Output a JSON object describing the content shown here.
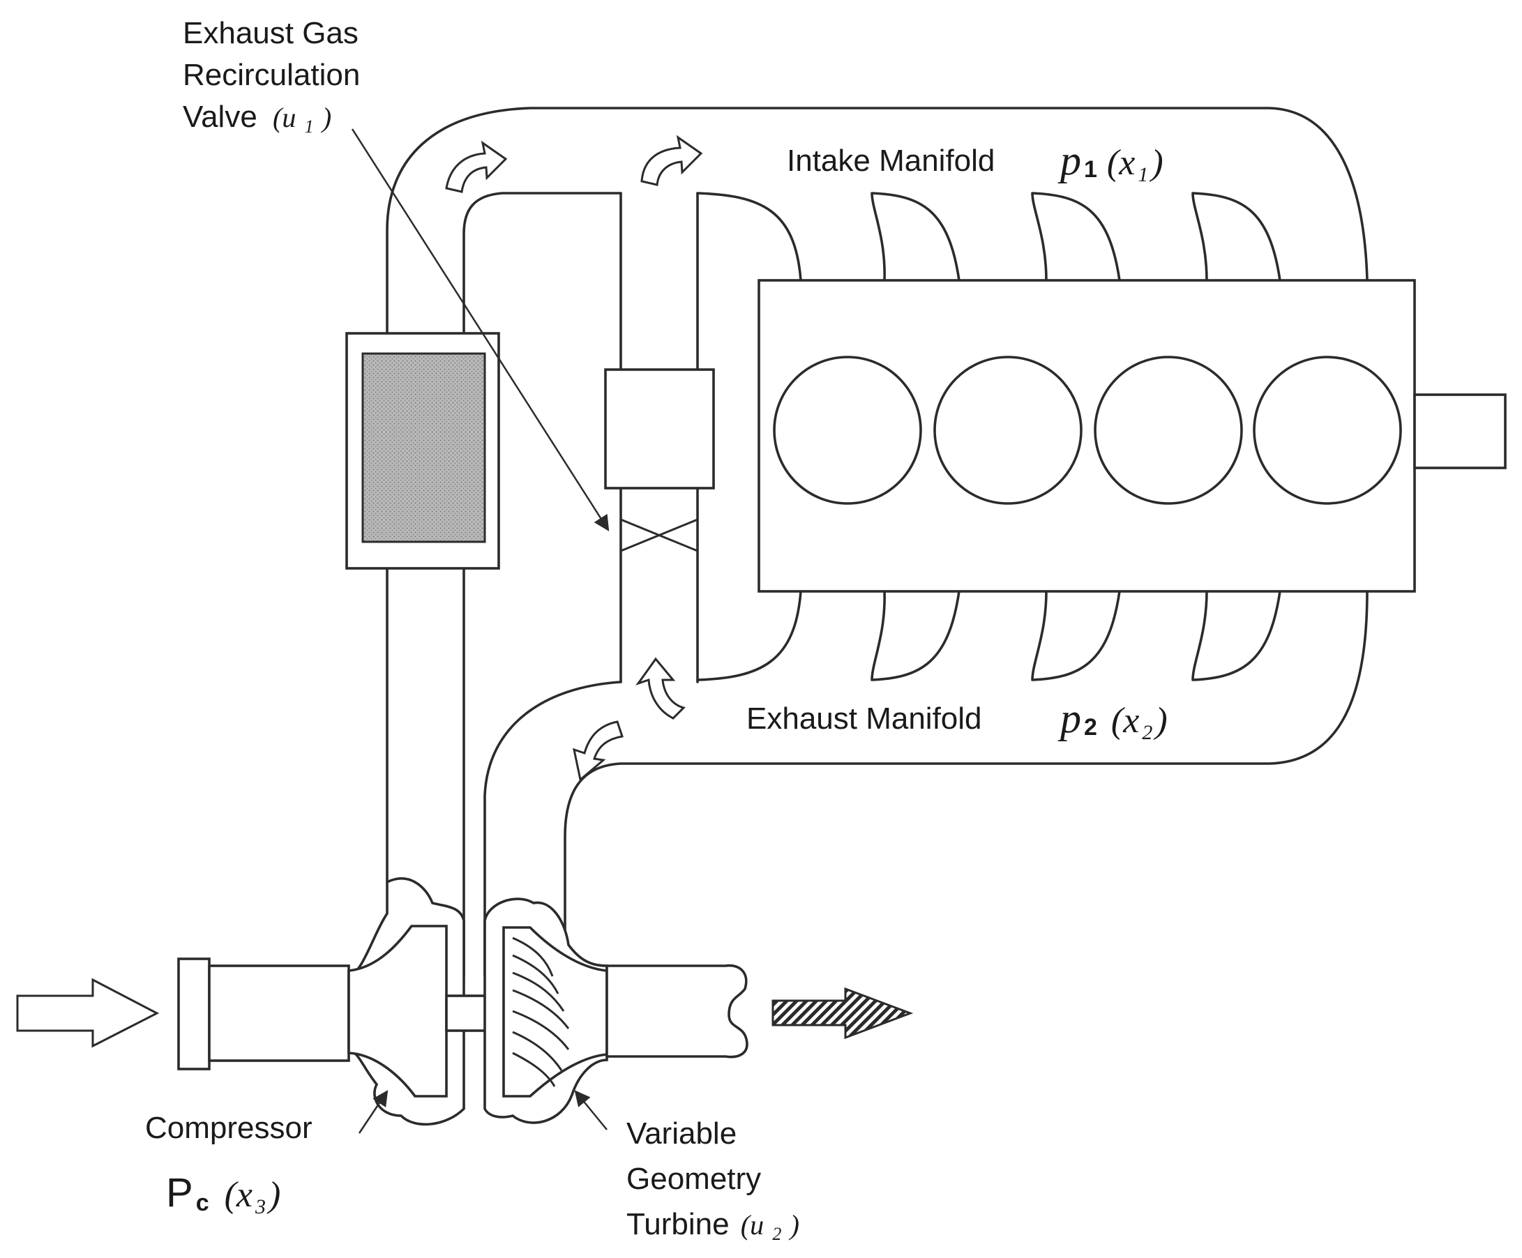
{
  "labels": {
    "egr_valve": {
      "line1": "Exhaust Gas",
      "line2": "Recirculation",
      "line3_text": "Valve",
      "line3_symbol": "(u",
      "line3_sub": "1",
      "line3_close": ")"
    },
    "intake_manifold": {
      "text": "Intake Manifold",
      "pressure_symbol": "p",
      "pressure_sub": "1",
      "state_open": "(x",
      "state_sub": "1",
      "state_close": ")"
    },
    "exhaust_manifold": {
      "text": "Exhaust Manifold",
      "pressure_symbol": "p",
      "pressure_sub": "2",
      "state_open": "(x",
      "state_sub": "2",
      "state_close": ")"
    },
    "compressor": {
      "text": "Compressor",
      "pressure_symbol": "P",
      "pressure_sub": "c",
      "state_open": "(x",
      "state_sub": "3",
      "state_close": ")"
    },
    "turbine": {
      "line1": "Variable",
      "line2": "Geometry",
      "line3_text": "Turbine",
      "line3_symbol": "(u",
      "line3_sub": "2",
      "line3_close": ")"
    }
  },
  "components": [
    "intercooler",
    "egr-valve",
    "engine-block",
    "cylinders",
    "compressor",
    "turbine",
    "shaft"
  ],
  "cylinder_count": 4,
  "colors": {
    "stroke": "#2b2b2b",
    "cooler_fill": "#a9a9a9",
    "background": "#ffffff"
  }
}
